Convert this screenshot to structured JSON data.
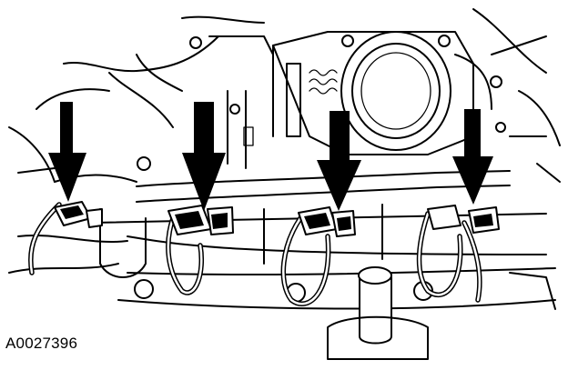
{
  "figure": {
    "id_label": "A0027396",
    "arrow_count": 4,
    "parts": [
      "throttle-body",
      "fuel-rail",
      "fuel-injector",
      "electrical-connector",
      "wiring-harness",
      "intake-manifold"
    ]
  },
  "colors": {
    "ink": "#000000",
    "paper": "#ffffff"
  }
}
